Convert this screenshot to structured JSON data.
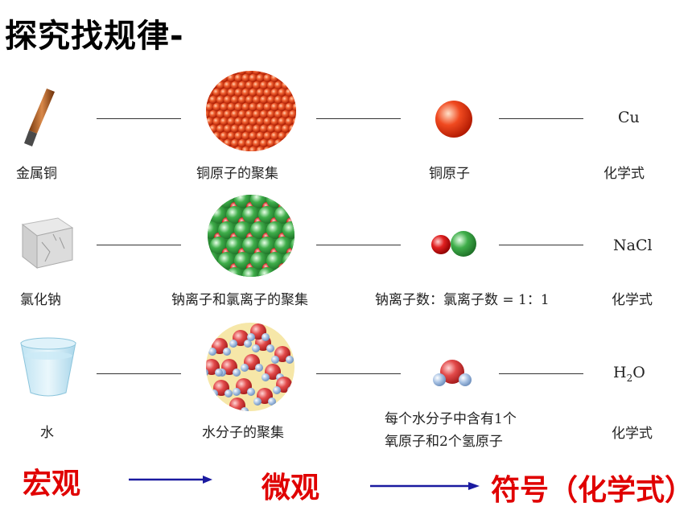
{
  "title": "探究找规律-",
  "rows": [
    {
      "macro_label": "金属铜",
      "aggregate_label": "铜原子的聚集",
      "particle_label": "铜原子",
      "formula": "Cu",
      "formula_label": "化学式"
    },
    {
      "macro_label": "氯化钠",
      "aggregate_label": "钠离子和氯离子的聚集",
      "particle_label": "钠离子数：氯离子数 = 1：1",
      "formula": "NaCl",
      "formula_label": "化学式"
    },
    {
      "macro_label": "水",
      "aggregate_label": "水分子的聚集",
      "particle_label_line1": "每个水分子中含有1个",
      "particle_label_line2": "氧原子和2个氢原子",
      "formula_main": "H",
      "formula_sub": "2",
      "formula_tail": "O",
      "formula_label": "化学式"
    }
  ],
  "bottom": {
    "macro": "宏观",
    "micro": "微观",
    "symbol": "符号（化学式）"
  },
  "colors": {
    "copper": "#e8481f",
    "chlorine_green": "#2f9a3c",
    "sodium_red": "#d81e1e",
    "water_oxygen": "#e24a4a",
    "water_hydrogen": "#9ab6d8",
    "arrow": "#1a1aa0",
    "bottom_text": "#e00000"
  }
}
